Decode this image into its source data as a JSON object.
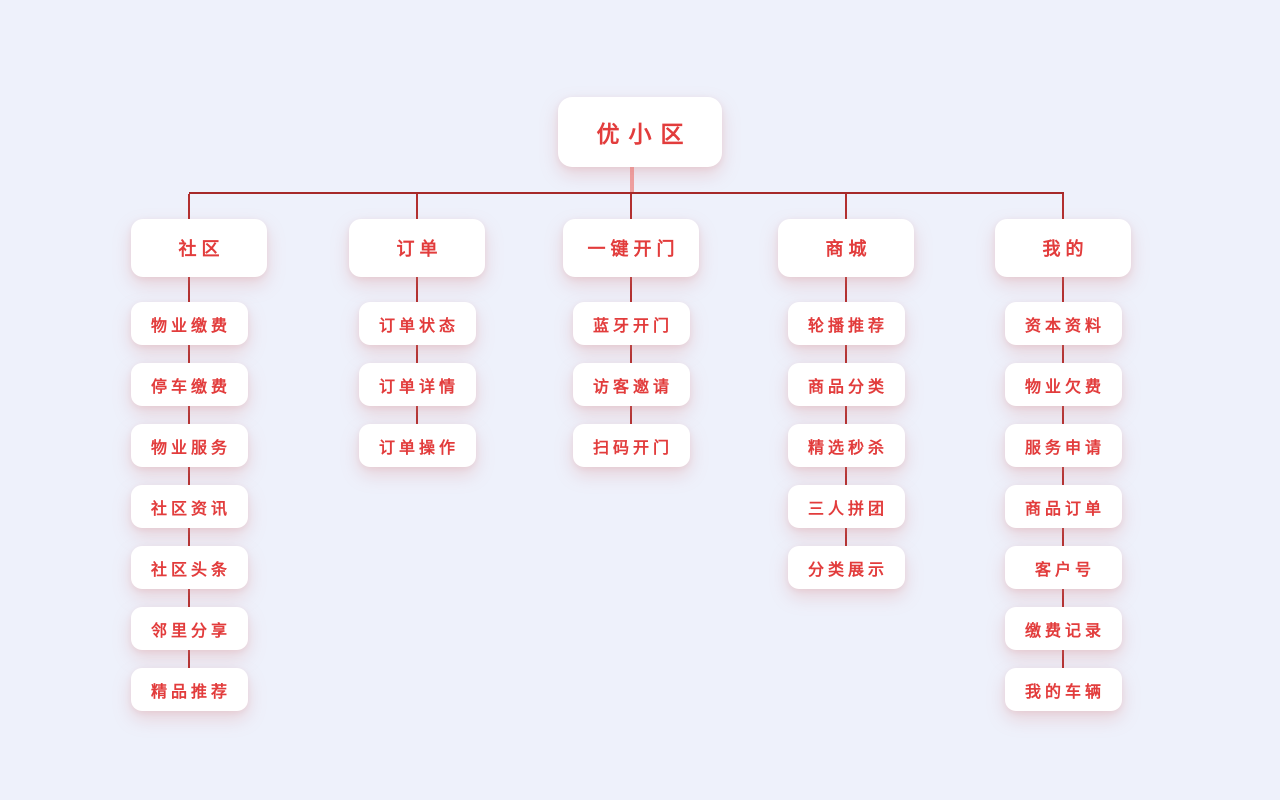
{
  "app": {
    "title": "优小区"
  },
  "colors": {
    "background": "#eef1fb",
    "node_fill": "#ffffff",
    "text_red": "#e23c3c",
    "line_dark_red": "#a62929",
    "line_pink": "#efa0a0"
  },
  "tree": {
    "root": {
      "label": "优小区"
    },
    "columns": [
      {
        "header": "社区",
        "children": [
          "物业缴费",
          "停车缴费",
          "物业服务",
          "社区资讯",
          "社区头条",
          "邻里分享",
          "精品推荐"
        ]
      },
      {
        "header": "订单",
        "children": [
          "订单状态",
          "订单详情",
          "订单操作"
        ]
      },
      {
        "header": "一键开门",
        "children": [
          "蓝牙开门",
          "访客邀请",
          "扫码开门"
        ]
      },
      {
        "header": "商城",
        "children": [
          "轮播推荐",
          "商品分类",
          "精选秒杀",
          "三人拼团",
          "分类展示"
        ]
      },
      {
        "header": "我的",
        "children": [
          "资本资料",
          "物业欠费",
          "服务申请",
          "商品订单",
          "客户号",
          "缴费记录",
          "我的车辆"
        ]
      }
    ]
  }
}
